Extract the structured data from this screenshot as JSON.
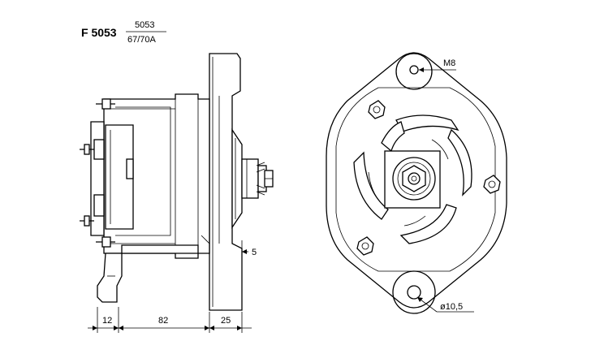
{
  "part": {
    "code": "F 5053",
    "ref_top": "5053",
    "ref_bottom": "67/70A"
  },
  "callouts": {
    "thread": "M8",
    "hole": "ø10,5"
  },
  "dimensions": {
    "d1": "12",
    "d2": "82",
    "d3": "25",
    "offset": "5"
  }
}
